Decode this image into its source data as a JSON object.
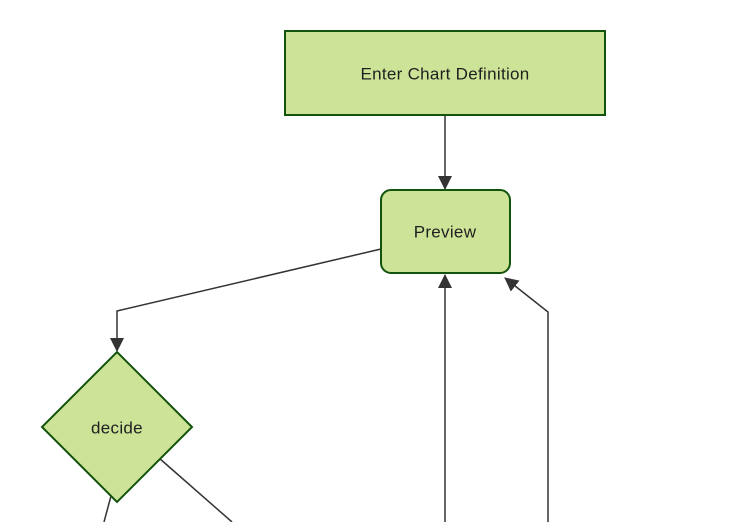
{
  "diagram": {
    "type": "flowchart",
    "orientation": "top-down",
    "nodes": [
      {
        "id": "enter-chart-definition",
        "label": "Enter Chart Definition",
        "shape": "rectangle"
      },
      {
        "id": "preview",
        "label": "Preview",
        "shape": "rounded-rectangle"
      },
      {
        "id": "decide",
        "label": "decide",
        "shape": "diamond"
      }
    ],
    "edges": [
      {
        "from": "enter-chart-definition",
        "to": "preview",
        "arrow": true
      },
      {
        "from": "preview",
        "to": "decide",
        "arrow": true
      },
      {
        "from": "offscreen-bottom-center",
        "to": "preview",
        "arrow": true
      },
      {
        "from": "offscreen-bottom-right",
        "to": "preview",
        "arrow": true
      },
      {
        "from": "decide",
        "to": "offscreen-bottom-left",
        "arrow": false
      },
      {
        "from": "decide",
        "to": "offscreen-bottom-right",
        "arrow": false
      }
    ],
    "colors": {
      "node_fill": "#cde498",
      "node_border": "#13540c",
      "edge_line": "#333333",
      "arrowhead": "#333333",
      "label_text": "#1f1f1f",
      "background": "#ffffff"
    }
  }
}
